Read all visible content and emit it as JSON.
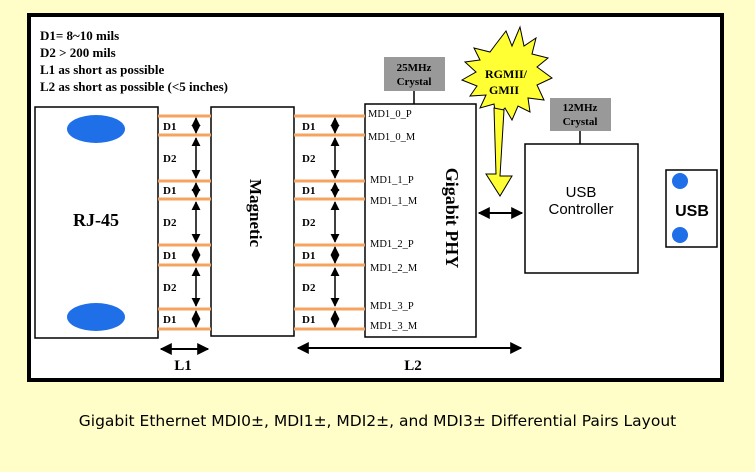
{
  "notes": {
    "d1": "D1= 8~10 mils",
    "d2": "D2 > 200 mils",
    "l1": "L1 as short as possible",
    "l2": "L2 as short as possible (<5 inches)"
  },
  "blocks": {
    "rj45": "RJ-45",
    "magnetic": "Magnetic",
    "phy": "Gigabit PHY",
    "usb_controller_line1": "USB",
    "usb_controller_line2": "Controller",
    "usb_port": "USB",
    "crystal_25_line1": "25MHz",
    "crystal_25_line2": "Crystal",
    "crystal_12_line1": "12MHz",
    "crystal_12_line2": "Crystal",
    "rgmii_line1": "RGMII/",
    "rgmii_line2": "GMII"
  },
  "spacing_labels": [
    "D1",
    "D2",
    "D1",
    "D2",
    "D1",
    "D2",
    "D1"
  ],
  "pins": [
    "MD1_0_P",
    "MD1_0_M",
    "MD1_1_P",
    "MD1_1_M",
    "MD1_2_P",
    "MD1_2_M",
    "MD1_3_P",
    "MD1_3_M"
  ],
  "dimensions": {
    "l1": "L1",
    "l2": "L2"
  },
  "caption": "Gigabit Ethernet MDI0±, MDI1±, MDI2±, and MDI3± Differential Pairs Layout",
  "colors": {
    "background": "#fffec8",
    "trace": "#f4a460",
    "blue_dot": "#1e6fe8",
    "crystal": "#999999",
    "burst": "#ffff33"
  }
}
